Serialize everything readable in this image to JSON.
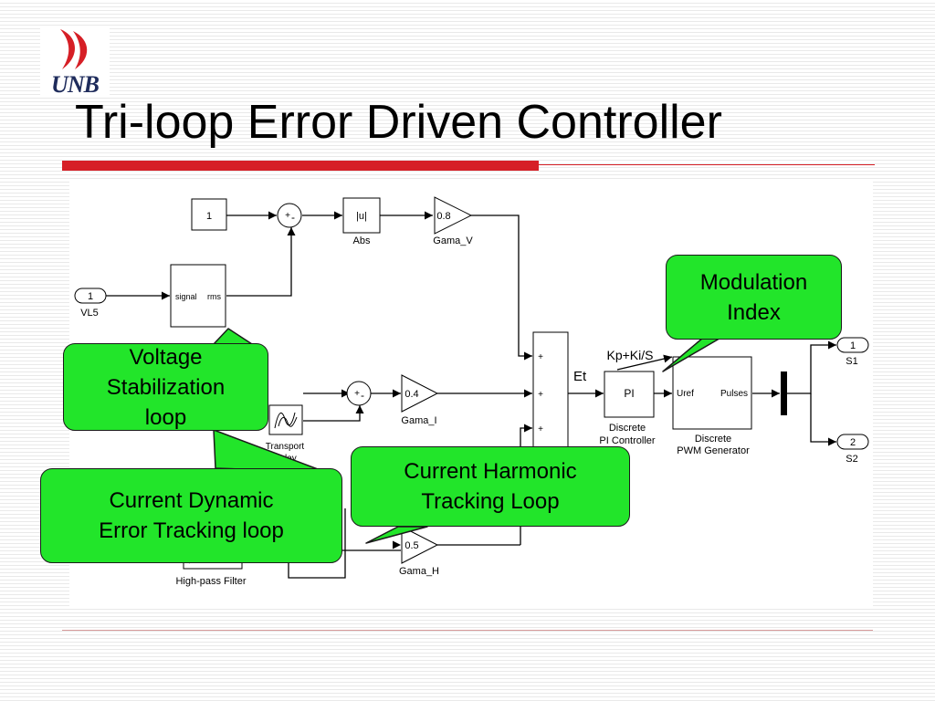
{
  "logo": {
    "text": "UNB",
    "name": "unb-logo"
  },
  "slide": {
    "title": "Tri-loop Error Driven Controller"
  },
  "colors": {
    "title_rule": "#d61f26",
    "callout_fill": "#22e52a",
    "callout_border": "#1a1a1a",
    "block_line": "#000000"
  },
  "diagram": {
    "constant_1": "1",
    "inport_vl5": {
      "number": "1",
      "label": "VL5"
    },
    "rms_block": {
      "port_in": "signal",
      "port_out": "rms"
    },
    "abs_block": {
      "symbol": "|u|",
      "label": "Abs"
    },
    "gain_v": {
      "value": "0.8",
      "label": "Gama_V"
    },
    "gain_i": {
      "value": "0.4",
      "label": "Gama_I"
    },
    "gain_h": {
      "value": "0.5",
      "label": "Gama_H"
    },
    "transport_delay": {
      "label_line1": "Transport",
      "label_line2": "Delay"
    },
    "hp_filter": {
      "label": "High-pass Filter"
    },
    "sum_port_sign": "+",
    "sum_minus_sign": "-",
    "signal_et": "Et",
    "pi_block": {
      "symbol": "PI",
      "annotation": "Kp+Ki/S",
      "label_line1": "Discrete",
      "label_line2": "PI Controller"
    },
    "pwm_block": {
      "port_in": "Uref",
      "port_out": "Pulses",
      "label_line1": "Discrete",
      "label_line2": "PWM Generator"
    },
    "outport_s1": {
      "number": "1",
      "label": "S1"
    },
    "outport_s2": {
      "number": "2",
      "label": "S2"
    }
  },
  "callouts": {
    "modulation_index": "Modulation\nIndex",
    "voltage_stabilization": "Voltage\nStabilization\nloop",
    "current_harmonic": "Current Harmonic\nTracking Loop",
    "current_dynamic": "Current Dynamic\nError Tracking loop"
  }
}
